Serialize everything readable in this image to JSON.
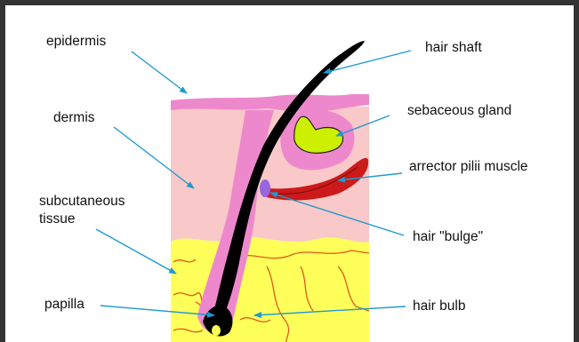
{
  "labels": {
    "epidermis": "epidermis",
    "dermis": "dermis",
    "subcutaneous": "subcutaneous",
    "tissue": "tissue",
    "papilla": "papilla",
    "hair_shaft": "hair shaft",
    "sebaceous_gland": "sebaceous gland",
    "arrector_pilii_muscle": "arrector pilii muscle",
    "hair_bulge": "hair \"bulge\"",
    "hair_bulb": "hair bulb"
  },
  "colors": {
    "pointer": "#1f9ad0",
    "epidermis": "#ee88cc",
    "dermis": "#f9c8c8",
    "subcutaneous": "#ffff5a",
    "capillary": "#e05a1a",
    "hair": "#000000",
    "gland": "#ccf000",
    "muscle": "#cc1a1a",
    "bulge": "#9966dd"
  }
}
